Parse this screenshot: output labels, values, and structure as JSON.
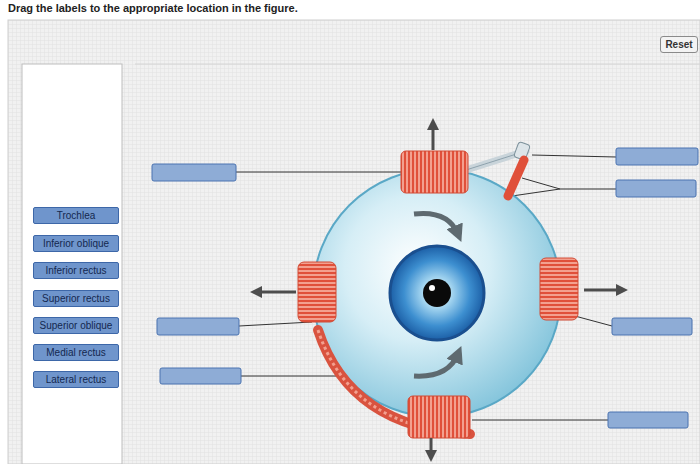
{
  "diagram": {
    "title": "Drag the labels to the appropriate location in the figure.",
    "nodes": [
      {
        "text": [
          "Reset"
        ]
      },
      {
        "text": [
          "Trochlea"
        ]
      },
      {
        "text": [
          "Inferior oblique"
        ]
      },
      {
        "text": [
          "Inferior rectus"
        ]
      },
      {
        "text": [
          "Superior rectus"
        ]
      },
      {
        "text": [
          "Superior oblique"
        ]
      },
      {
        "text": [
          "Medial rectus"
        ]
      },
      {
        "text": [
          "Lateral rectus"
        ]
      }
    ]
  }
}
